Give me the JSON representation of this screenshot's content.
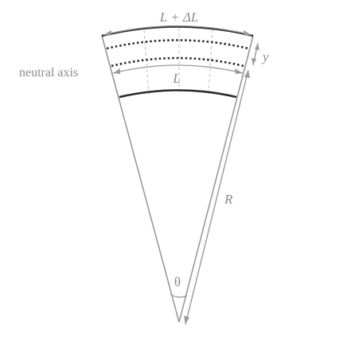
{
  "labels": {
    "top_length": "L + ΔL",
    "neutral_length": "L",
    "neutral_axis": "neutral axis",
    "offset": "y",
    "radius": "R",
    "angle": "θ"
  },
  "colors": {
    "outline": "#9a9a9a",
    "thick_edge": "#2a2a2a",
    "dotted": "#2a2a2a",
    "dashed_fibers": "#bdbdbd",
    "annotation_text": "#8c8c8c"
  },
  "icons": {
    "arrowhead": "arrowhead-icon"
  }
}
